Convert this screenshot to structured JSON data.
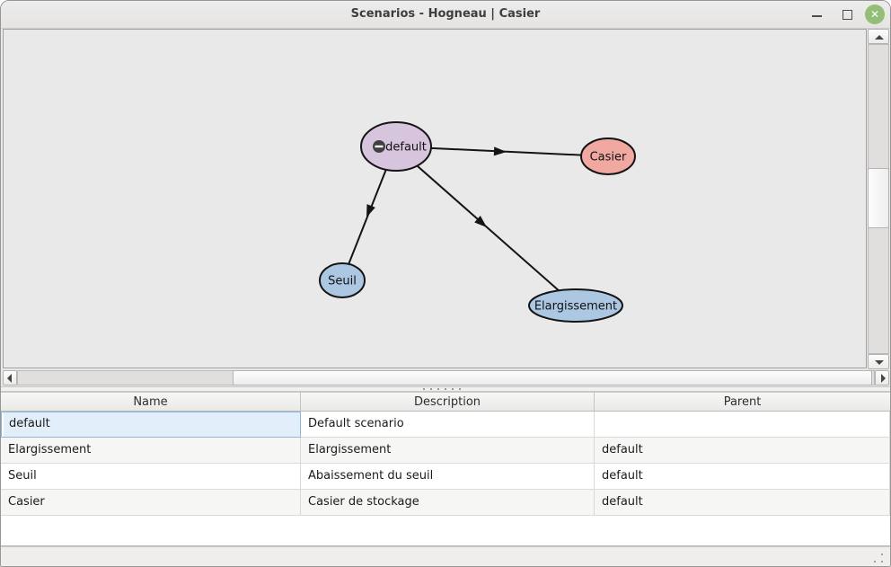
{
  "window": {
    "title": "Scenarios - Hogneau | Casier",
    "close_glyph": "✕"
  },
  "graph": {
    "nodes": [
      {
        "label": "default",
        "fill": "#d7c5de",
        "badge": "minus-circle-icon"
      },
      {
        "label": "Casier",
        "fill": "#f0a8a0"
      },
      {
        "label": "Seuil",
        "fill": "#abc7e2"
      },
      {
        "label": "Elargissement",
        "fill": "#abc7e2"
      }
    ],
    "edges": [
      {
        "from": "default",
        "to": "Casier"
      },
      {
        "from": "default",
        "to": "Seuil"
      },
      {
        "from": "default",
        "to": "Elargissement"
      }
    ],
    "edge_color": "#141414",
    "node_border_color": "#141414"
  },
  "table": {
    "columns": [
      "Name",
      "Description",
      "Parent"
    ],
    "rows": [
      [
        "default",
        "Default scenario",
        ""
      ],
      [
        "Elargissement",
        "Elargissement",
        "default"
      ],
      [
        "Seuil",
        "Abaissement du seuil",
        "default"
      ],
      [
        "Casier",
        "Casier de stockage",
        "default"
      ]
    ],
    "selection": {
      "row": "default",
      "column": "Name",
      "highlight_color": "#e2eef9"
    }
  }
}
